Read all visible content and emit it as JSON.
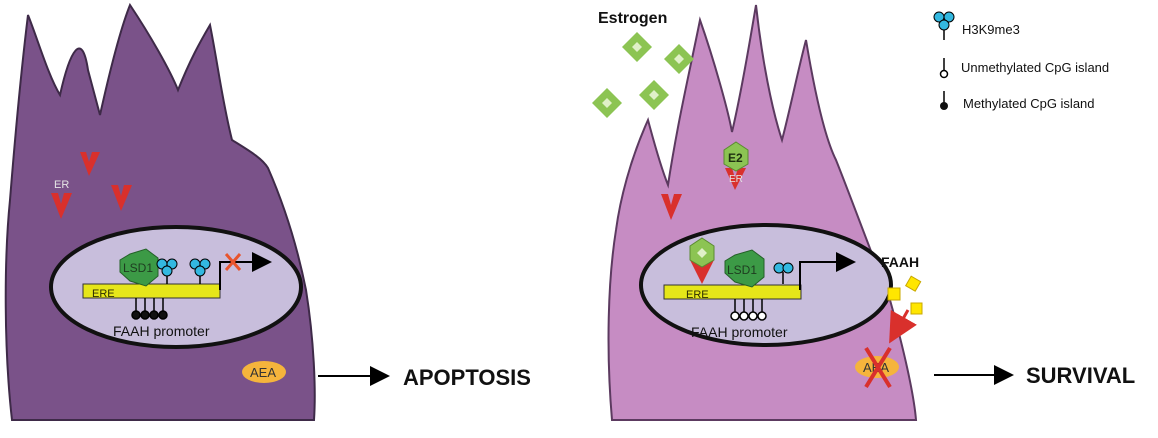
{
  "colors": {
    "cell_left": "#7a5289",
    "cell_right": "#c68cc3",
    "nucleus": "#c8bedc",
    "dna": "#e6e619",
    "er_red": "#d9302c",
    "lsd1_green": "#3c9a46",
    "estrogen_green": "#8cc453",
    "h3k9_cyan": "#33b8e0",
    "faah_yellow": "#ffe600",
    "aea_orange": "#f5b43c"
  },
  "left_panel": {
    "er_label": "ER",
    "lsd1_label": "LSD1",
    "ere_label": "ERE",
    "promoter_label": "FAAH promoter",
    "aea_label": "AEA",
    "outcome": "APOPTOSIS"
  },
  "right_panel": {
    "estrogen_label": "Estrogen",
    "e2_label": "E2",
    "er_label": "ER",
    "lsd1_label": "LSD1",
    "ere_label": "ERE",
    "promoter_label": "FAAH promoter",
    "faah_label": "FAAH",
    "aea_label": "AEA",
    "outcome": "SURVIVAL"
  },
  "legend": [
    {
      "icon": "h3k9me3-icon",
      "label": "H3K9me3"
    },
    {
      "icon": "unmethylated-cpg-icon",
      "label": "Unmethylated CpG island"
    },
    {
      "icon": "methylated-cpg-icon",
      "label": "Methylated CpG island"
    }
  ]
}
